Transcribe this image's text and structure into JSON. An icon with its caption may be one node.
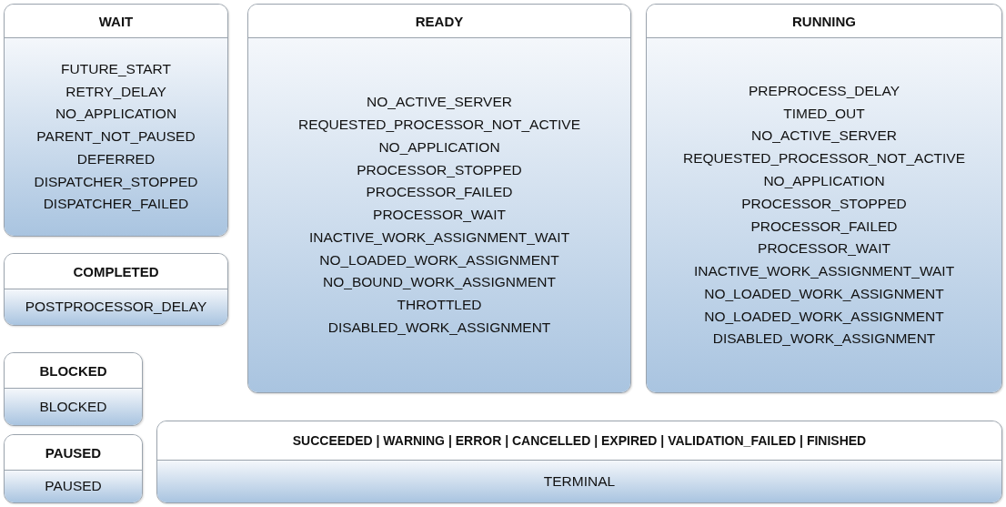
{
  "diagram": {
    "nodes": [
      {
        "text": [
          "WAIT",
          "FUTURE_START",
          "RETRY_DELAY",
          "NO_APPLICATION",
          "PARENT_NOT_PAUSED",
          "DEFERRED",
          "DISPATCHER_STOPPED",
          "DISPATCHER_FAILED"
        ]
      },
      {
        "text": [
          "READY",
          "NO_ACTIVE_SERVER",
          "REQUESTED_PROCESSOR_NOT_ACTIVE",
          "NO_APPLICATION",
          "PROCESSOR_STOPPED",
          "PROCESSOR_FAILED",
          "PROCESSOR_WAIT",
          "INACTIVE_WORK_ASSIGNMENT_WAIT",
          "NO_LOADED_WORK_ASSIGNMENT",
          "NO_BOUND_WORK_ASSIGNMENT",
          "THROTTLED",
          "DISABLED_WORK_ASSIGNMENT"
        ]
      },
      {
        "text": [
          "RUNNING",
          "PREPROCESS_DELAY",
          "TIMED_OUT",
          "NO_ACTIVE_SERVER",
          "REQUESTED_PROCESSOR_NOT_ACTIVE",
          "NO_APPLICATION",
          "PROCESSOR_STOPPED",
          "PROCESSOR_FAILED",
          "PROCESSOR_WAIT",
          "INACTIVE_WORK_ASSIGNMENT_WAIT",
          "NO_LOADED_WORK_ASSIGNMENT",
          "NO_LOADED_WORK_ASSIGNMENT",
          "DISABLED_WORK_ASSIGNMENT"
        ]
      },
      {
        "text": [
          "COMPLETED",
          "POSTPROCESSOR_DELAY"
        ]
      },
      {
        "text": [
          "BLOCKED",
          "BLOCKED"
        ]
      },
      {
        "text": [
          "SUCCEEDED | WARNING | ERROR | CANCELLED | EXPIRED | VALIDATION_FAILED | FINISHED",
          "TERMINAL"
        ]
      },
      {
        "text": [
          "PAUSED",
          "PAUSED"
        ]
      }
    ]
  }
}
